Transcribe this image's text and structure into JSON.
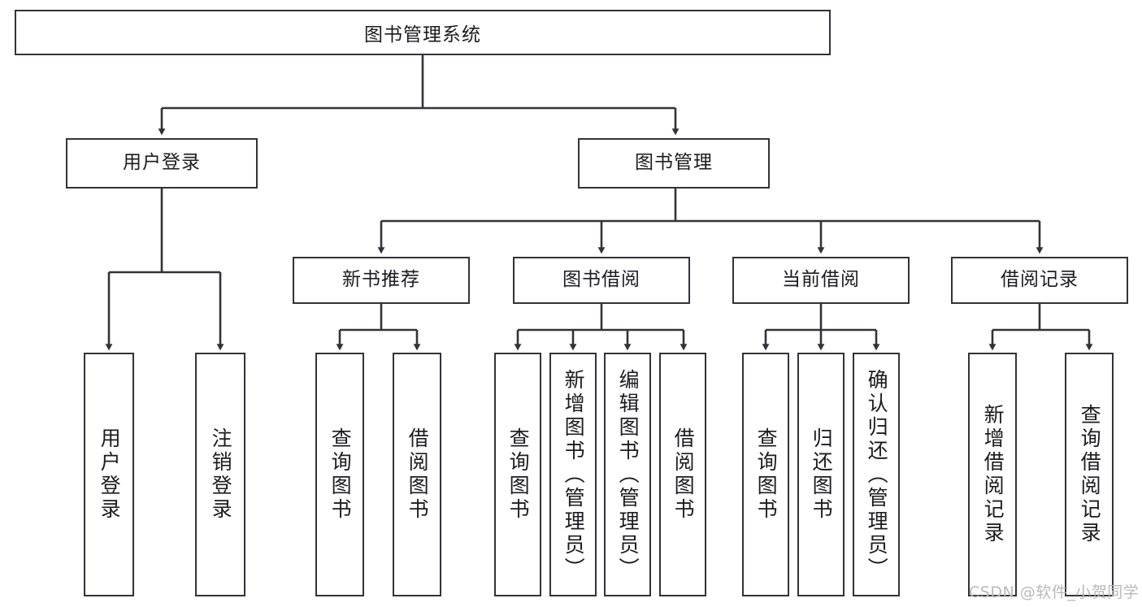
{
  "diagram": {
    "type": "tree-hierarchy-chart",
    "title": "图书管理系统",
    "orientation": "top-down",
    "line_color": "#32323c",
    "box_fill": "#ffffff",
    "text_color": "#1b1b22"
  },
  "root": {
    "label": "图书管理系统"
  },
  "level2": [
    {
      "id": "user-login",
      "label": "用户登录"
    },
    {
      "id": "book-manage",
      "label": "图书管理"
    }
  ],
  "level3": [
    {
      "id": "new-book-rec",
      "label": "新书推荐"
    },
    {
      "id": "book-borrow",
      "label": "图书借阅"
    },
    {
      "id": "current-borrow",
      "label": "当前借阅"
    },
    {
      "id": "borrow-record",
      "label": "借阅记录"
    }
  ],
  "leaves": {
    "user_login": [
      {
        "id": "leaf-user-login",
        "label": "用户登录"
      },
      {
        "id": "leaf-user-logout",
        "label": "注销登录"
      }
    ],
    "new_book_rec": [
      {
        "id": "leaf-query-book-1",
        "label": "查询图书"
      },
      {
        "id": "leaf-borrow-book-1",
        "label": "借阅图书"
      }
    ],
    "book_borrow": [
      {
        "id": "leaf-query-book-2",
        "label": "查询图书"
      },
      {
        "id": "leaf-add-book",
        "label": "新增图书（管理员）"
      },
      {
        "id": "leaf-edit-book",
        "label": "编辑图书（管理员）"
      },
      {
        "id": "leaf-borrow-book-2",
        "label": "借阅图书"
      }
    ],
    "current_borrow": [
      {
        "id": "leaf-query-book-3",
        "label": "查询图书"
      },
      {
        "id": "leaf-return-book",
        "label": "归还图书"
      },
      {
        "id": "leaf-confirm-return",
        "label": "确认归还（管理员）"
      }
    ],
    "borrow_record": [
      {
        "id": "leaf-add-record",
        "label": "新增借阅记录"
      },
      {
        "id": "leaf-query-record",
        "label": "查询借阅记录"
      }
    ]
  },
  "watermark": {
    "text": "CSDN @软件_小贺同学"
  }
}
